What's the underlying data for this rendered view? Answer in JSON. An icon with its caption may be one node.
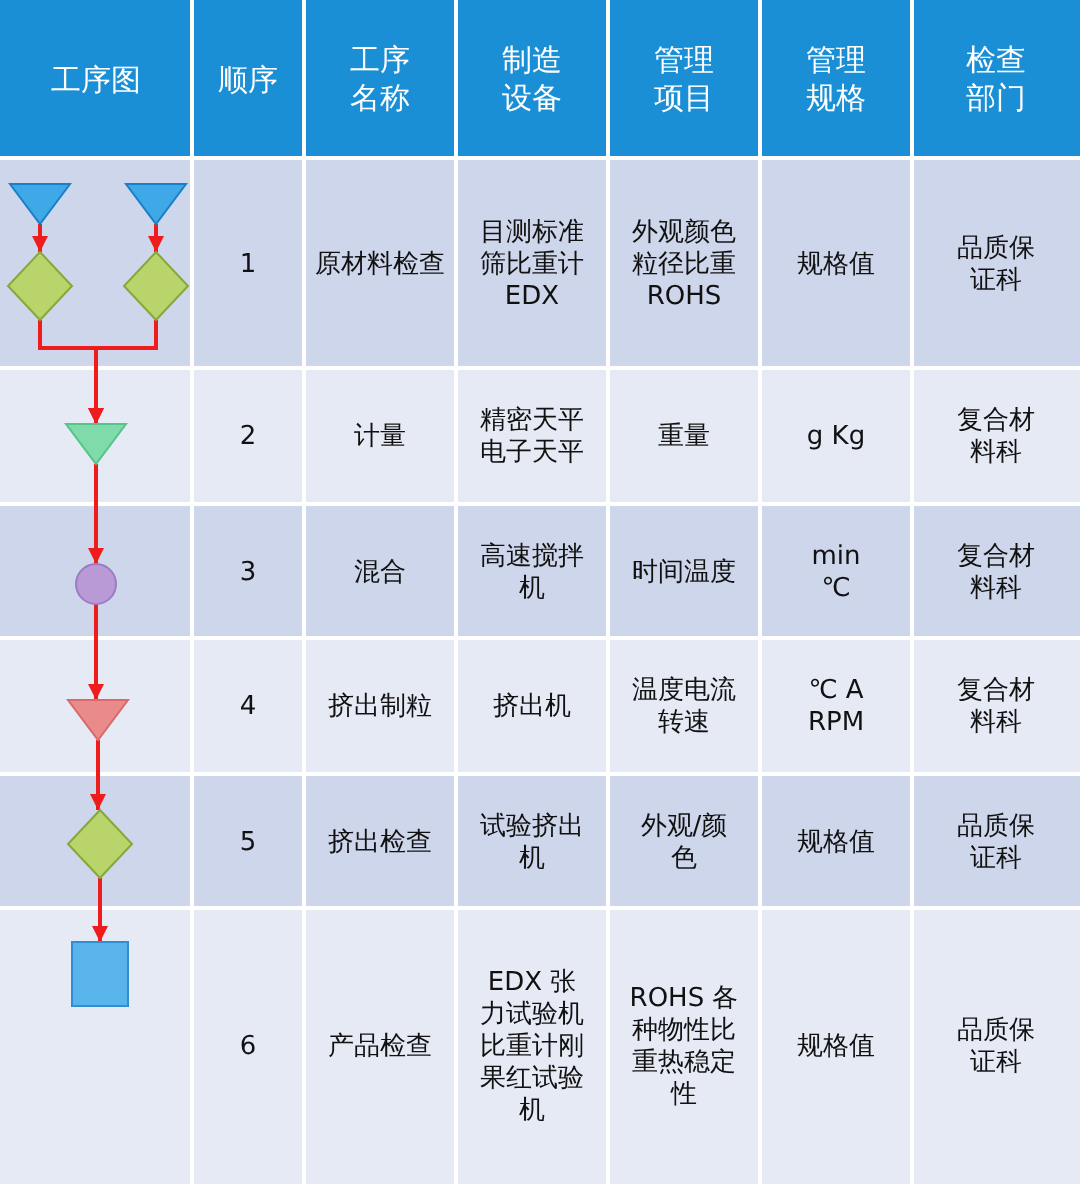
{
  "diagram": {
    "nodes": [
      {
        "text": [],
        "shape": "triangle"
      },
      {
        "text": [],
        "shape": "triangle"
      },
      {
        "text": [],
        "shape": "diamond"
      },
      {
        "text": [],
        "shape": "diamond"
      },
      {
        "text": [],
        "shape": "triangle"
      },
      {
        "text": [],
        "shape": "circle"
      },
      {
        "text": [],
        "shape": "triangle"
      },
      {
        "text": [],
        "shape": "diamond"
      },
      {
        "text": [],
        "shape": "box"
      }
    ],
    "edges": [
      {
        "from": 0,
        "to": 2,
        "arrow": "to"
      },
      {
        "from": 1,
        "to": 3,
        "arrow": "to"
      },
      {
        "from": 2,
        "to": 4,
        "arrow": "to"
      },
      {
        "from": 3,
        "to": 4,
        "arrow": "to"
      },
      {
        "from": 4,
        "to": 5,
        "arrow": "to"
      },
      {
        "from": 5,
        "to": 6,
        "arrow": "to"
      },
      {
        "from": 6,
        "to": 7,
        "arrow": "to"
      },
      {
        "from": 7,
        "to": 8,
        "arrow": "to"
      }
    ],
    "labels": [
      "工序图",
      "顺序",
      "工序名称",
      "制造设备",
      "管理项目",
      "管理规格",
      "检查部门",
      "1",
      "原材料检查",
      "目测标准筛比重计 EDX",
      "外观颜色粒径比重 ROHS",
      "规格值",
      "品质保证科",
      "2",
      "计量",
      "精密天平电子天平",
      "重量",
      "g Kg",
      "复合材料科",
      "3",
      "混合",
      "高速搅拌机",
      "时间温度",
      "min ℃",
      "复合材料科",
      "4",
      "挤出制粒",
      "挤出机",
      "温度电流转速",
      "℃ A RPM",
      "复合材料科",
      "5",
      "挤出检查",
      "试验挤出机",
      "外观/颜色",
      "规格值",
      "品质保证科",
      "6",
      "产品检查",
      "EDX 张力试验机比重计刚果红试验机",
      "ROHS 各种物性比重热稳定性",
      "规格值",
      "品质保证科"
    ]
  }
}
